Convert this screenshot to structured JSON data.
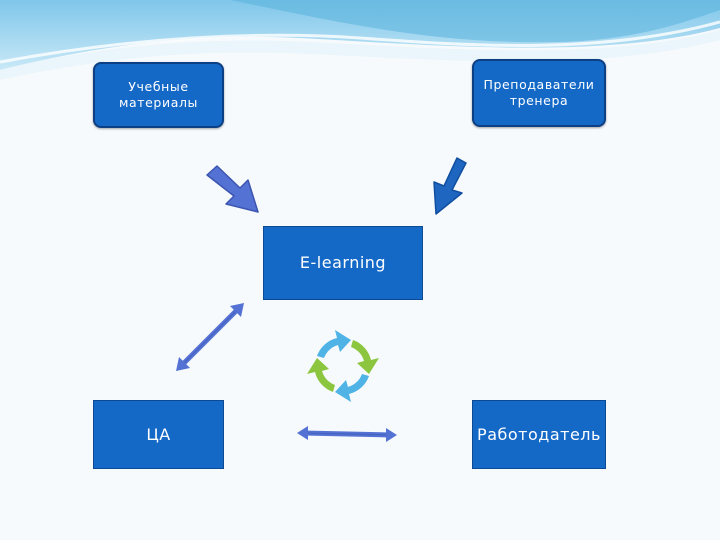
{
  "diagram": {
    "nodes": {
      "materials": "Учебные материалы",
      "teachers": "Преподаватели тренера",
      "elearning": "E-learning",
      "audience": "ЦА",
      "employer": "Работодатель"
    },
    "colors": {
      "node_fill": "#1469c7",
      "node_border": "#0c3f84",
      "arrow_fill": "#5472d3",
      "arrow_dark": "#1f66c1",
      "cycle_blue": "#4fb3e6",
      "cycle_green": "#8cc63f"
    },
    "edges": [
      {
        "from": "materials",
        "to": "elearning",
        "style": "block-arrow"
      },
      {
        "from": "teachers",
        "to": "elearning",
        "style": "block-arrow"
      },
      {
        "from": "audience",
        "to": "elearning",
        "style": "double-arrow"
      },
      {
        "from": "audience",
        "to": "employer",
        "style": "double-arrow"
      }
    ],
    "cycle_icon": "circular-arrows-icon"
  }
}
